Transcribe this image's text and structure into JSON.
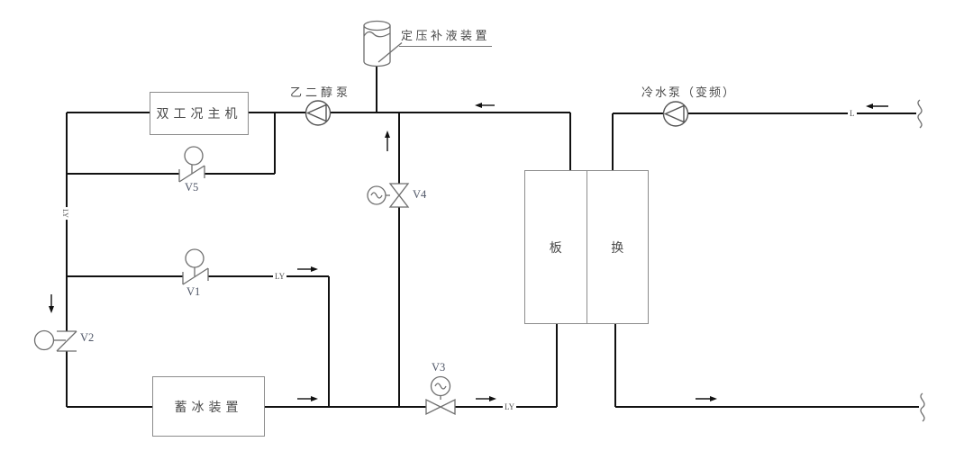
{
  "diagram": {
    "type": "ice-storage-cooling-system-pid",
    "colors": {
      "background": "#ffffff",
      "pipe": "#111111",
      "equipment_outline": "#8c8c8c",
      "symbol_outline": "#6e6e6e",
      "label_text": "#4a4a4a",
      "valve_tag_text": "#4e5566"
    },
    "equipment": {
      "chiller": {
        "label": "双工况主机"
      },
      "ice_storage": {
        "label": "蓄冰装置"
      },
      "heat_exchanger": {
        "left_label": "板",
        "right_label": "换"
      },
      "expansion_tank": {
        "label": "定压补液装置"
      },
      "glycol_pump": {
        "label": "乙二醇泵"
      },
      "chilled_water_pump": {
        "label": "冷水泵（变频）"
      }
    },
    "valves": {
      "v1": {
        "label": "V1"
      },
      "v2": {
        "label": "V2"
      },
      "v3": {
        "label": "V3"
      },
      "v4": {
        "label": "V4"
      },
      "v5": {
        "label": "V5"
      }
    },
    "pipe_tags": {
      "left_riser": "LY",
      "v1_branch": "LY",
      "bottom_line": "LY",
      "top_right_line": "L"
    },
    "icons": {
      "pump": "circle-with-left-triangle",
      "manual-valve": "slash-valve-with-handwheel-circle",
      "motor-valve": "bowtie-valve-with-wave-actuator",
      "pipe-break": "s-squiggle",
      "flow-arrow": "small-black-arrow"
    }
  }
}
